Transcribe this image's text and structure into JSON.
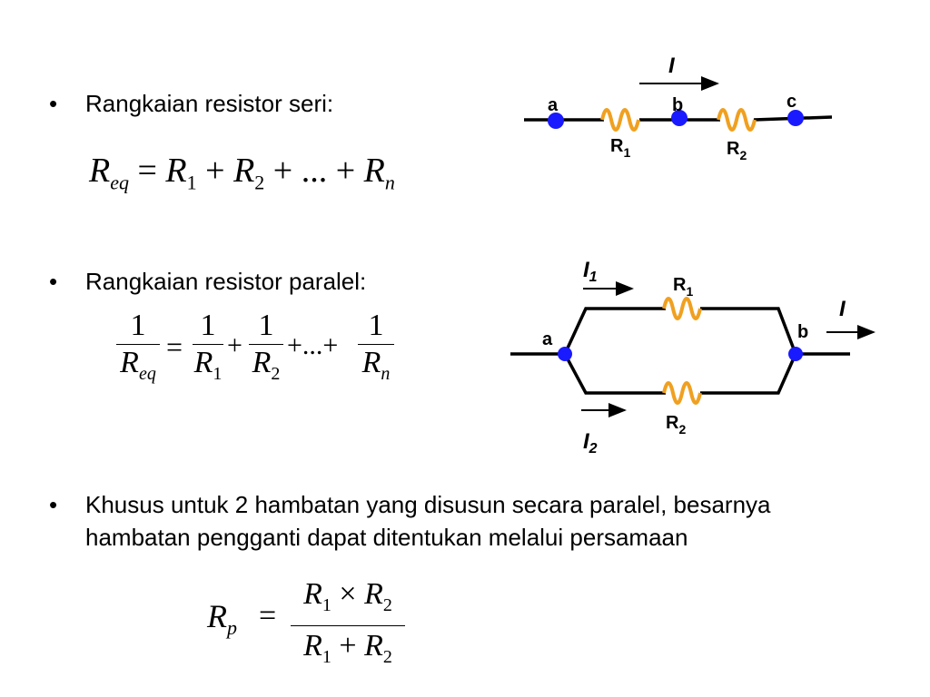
{
  "bullets": {
    "dot": "•",
    "series_label": "Rangkaian resistor seri:",
    "parallel_label": "Rangkaian resistor paralel:",
    "two_parallel_line1": "Khusus untuk 2 hambatan yang disusun secara paralel, besarnya",
    "two_parallel_line2": "hambatan pengganti dapat ditentukan melalui persamaan"
  },
  "series_formula": {
    "R": "R",
    "eq": "eq",
    "equals": "=",
    "plus": "+",
    "dots": "...",
    "one": "1",
    "two": "2",
    "n": "n"
  },
  "parallel_formula": {
    "one": "1",
    "R": "R",
    "eq": "eq",
    "equals": "=",
    "plus": "+",
    "dots": "...",
    "sub1": "1",
    "sub2": "2",
    "subn": "n"
  },
  "two_parallel_formula": {
    "R": "R",
    "p": "p",
    "equals": "=",
    "times": "×",
    "plus": "+",
    "sub1": "1",
    "sub2": "2"
  },
  "series_circuit": {
    "node_a": "a",
    "node_b": "b",
    "node_c": "c",
    "current": "I",
    "r1": "R",
    "r1_sub": "1",
    "r2": "R",
    "r2_sub": "2"
  },
  "parallel_circuit": {
    "node_a": "a",
    "node_b": "b",
    "i1": "I",
    "i1_sub": "1",
    "i2": "I",
    "i2_sub": "2",
    "i_total": "I",
    "r1": "R",
    "r1_sub": "1",
    "r2": "R",
    "r2_sub": "2"
  },
  "colors": {
    "node": "#1a1aff",
    "resistor": "#f0a020",
    "wire": "#000000"
  }
}
